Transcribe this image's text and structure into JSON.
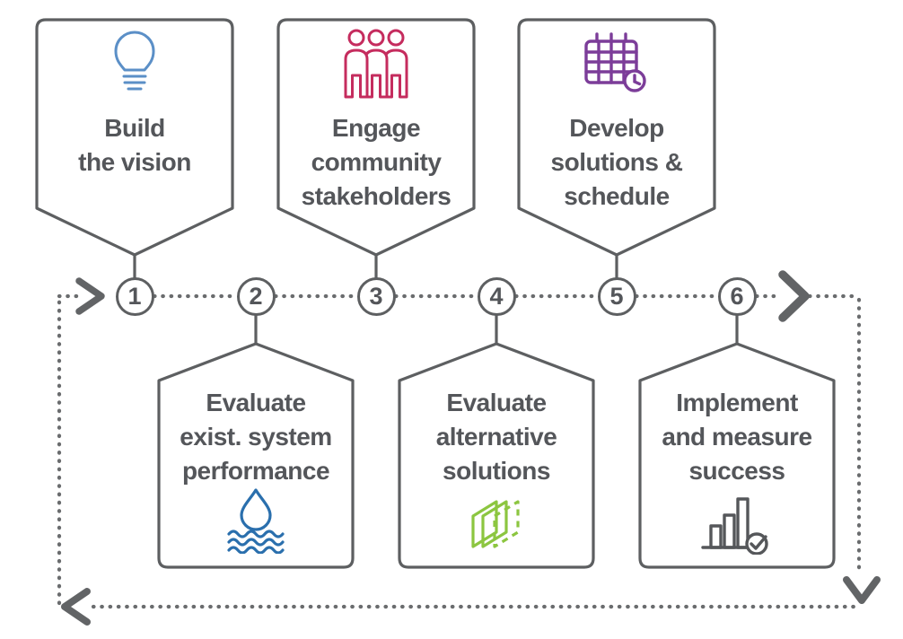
{
  "diagram": {
    "kind": "six-step-cyclical-process",
    "steps": [
      {
        "number": "1",
        "label": "Build\nthe vision",
        "row": "top",
        "icon": "lightbulb-icon",
        "icon_color": "#5b8fc7"
      },
      {
        "number": "2",
        "label": "Evaluate\nexist. system\nperformance",
        "row": "bottom",
        "icon": "water-drop-waves-icon",
        "icon_color": "#2a6fad"
      },
      {
        "number": "3",
        "label": "Engage\ncommunity\nstakeholders",
        "row": "top",
        "icon": "people-group-icon",
        "icon_color": "#c52c5e"
      },
      {
        "number": "4",
        "label": "Evaluate\nalternative\nsolutions",
        "row": "bottom",
        "icon": "layers-icon",
        "icon_color": "#8cc640"
      },
      {
        "number": "5",
        "label": "Develop\nsolutions &\nschedule",
        "row": "top",
        "icon": "calendar-clock-icon",
        "icon_color": "#7c3d99"
      },
      {
        "number": "6",
        "label": "Implement\nand measure\nsuccess",
        "row": "bottom",
        "icon": "bar-chart-check-icon",
        "icon_color": "#55575a"
      }
    ],
    "flow": {
      "line_style": "dotted",
      "loop": true,
      "colors": {
        "outline_gray": "#5d5f61",
        "text_gray": "#54565a",
        "dots_gray": "#6a6c6e"
      }
    }
  }
}
